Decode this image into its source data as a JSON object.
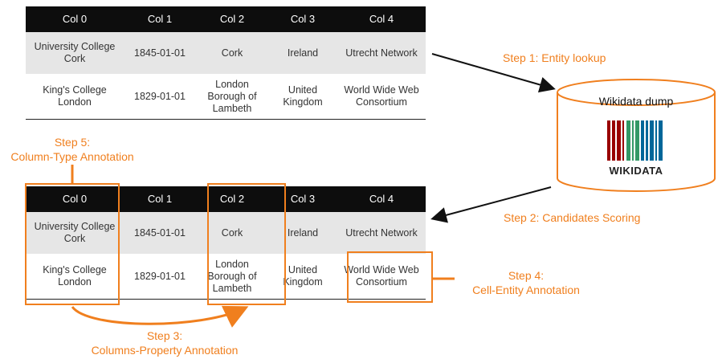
{
  "table_top": {
    "headers": [
      "Col 0",
      "Col 1",
      "Col 2",
      "Col 3",
      "Col 4"
    ],
    "rows": [
      [
        "University College Cork",
        "1845-01-01",
        "Cork",
        "Ireland",
        "Utrecht Network"
      ],
      [
        "King's College London",
        "1829-01-01",
        "London Borough of Lambeth",
        "United Kingdom",
        "World Wide Web Consortium"
      ]
    ]
  },
  "table_bottom": {
    "headers": [
      "Col 0",
      "Col 1",
      "Col 2",
      "Col 3",
      "Col 4"
    ],
    "rows": [
      [
        "University College Cork",
        "1845-01-01",
        "Cork",
        "Ireland",
        "Utrecht Network"
      ],
      [
        "King's College London",
        "1829-01-01",
        "London Borough of Lambeth",
        "United Kingdom",
        "World Wide Web Consortium"
      ]
    ]
  },
  "steps": {
    "step1": "Step 1: Entity lookup",
    "step2": "Step 2: Candidates Scoring",
    "step3_a": "Step 3:",
    "step3_b": "Columns-Property Annotation",
    "step4_a": "Step 4:",
    "step4_b": "Cell-Entity Annotation",
    "step5_a": "Step 5:",
    "step5_b": "Column-Type Annotation"
  },
  "database": {
    "label": "Wikidata dump",
    "logo_text": "WIKIDATA"
  },
  "colors": {
    "accent": "#f07f1e",
    "header_bg": "#0d0d0d",
    "row_alt_bg": "#e6e6e6",
    "logo_red": "#990000",
    "logo_green": "#339966",
    "logo_blue": "#006699"
  }
}
